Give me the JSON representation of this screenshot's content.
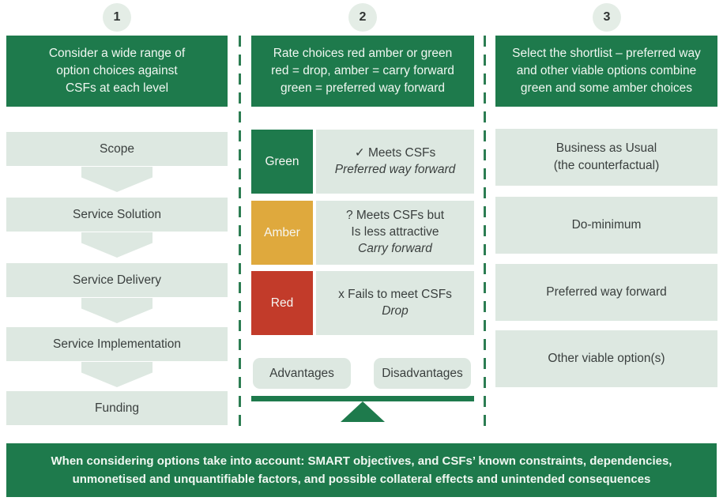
{
  "colors": {
    "green": "#1e7a4c",
    "amber": "#dfa93d",
    "red": "#c23b2a",
    "light_box": "#dde8e1",
    "circle_bg": "#e4ede6",
    "text_dark": "#3a3f3e",
    "text_on_green": "#f0f7f1"
  },
  "steps": [
    {
      "number": "1",
      "header": "Consider a wide range of\noption choices against\nCSFs at each level"
    },
    {
      "number": "2",
      "header": "Rate choices red amber or green\nred = drop, amber = carry forward\ngreen = preferred way forward"
    },
    {
      "number": "3",
      "header": "Select the shortlist – preferred way\nand other viable options combine\ngreen and some amber choices"
    }
  ],
  "column1": {
    "items": [
      "Scope",
      "Service Solution",
      "Service Delivery",
      "Service Implementation",
      "Funding"
    ]
  },
  "column2": {
    "ratings": [
      {
        "label": "Green",
        "description": "✓ Meets CSFs",
        "action": "Preferred way forward"
      },
      {
        "label": "Amber",
        "description": "? Meets CSFs but\nIs less attractive",
        "action": "Carry forward"
      },
      {
        "label": "Red",
        "description": "x Fails to meet CSFs",
        "action": "Drop"
      }
    ],
    "balance": {
      "left": "Advantages",
      "right": "Disadvantages"
    }
  },
  "column3": {
    "items": [
      "Business as Usual\n(the counterfactual)",
      "Do-minimum",
      "Preferred way forward",
      "Other viable option(s)"
    ]
  },
  "footer": "When considering options take into account: SMART objectives, and CSFs’ known constraints, dependencies,\nunmonetised and unquantifiable factors, and possible collateral effects and unintended consequences"
}
